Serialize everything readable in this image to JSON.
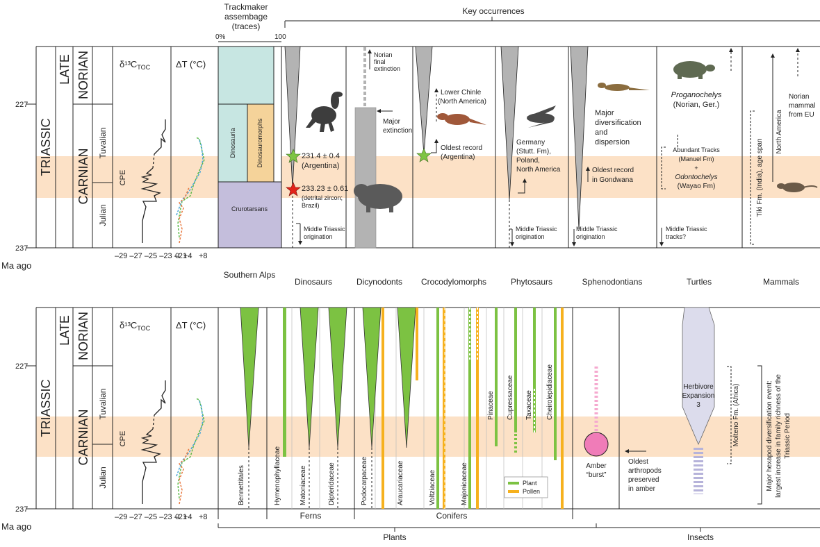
{
  "axis": {
    "ticks": [
      "227",
      "237"
    ],
    "unit": "Ma ago"
  },
  "strat": {
    "system": "TRIASSIC",
    "series": "LATE",
    "stages": [
      "NORIAN",
      "CARNIAN"
    ],
    "substages": [
      "Tuvalian",
      "Julian"
    ],
    "cpe": "CPE"
  },
  "proxies": {
    "d13c_label": "δ¹³C",
    "d13c_sub": "TOC",
    "d13c_ticks": "–29 –27 –25 –23 –21",
    "dt_label": "ΔT (°C)",
    "dt_ticks": [
      "0",
      "+4",
      "+8"
    ]
  },
  "top": {
    "trackmaker_title": [
      "Trackmaker",
      "assembage",
      "(traces)"
    ],
    "pct": [
      "0%",
      "100"
    ],
    "key_occurrences": "Key occurrences",
    "trackmaker_groups": [
      "Dinosauria",
      "Dinosauromorphs",
      "Crurotarsans"
    ],
    "southern_alps": "Southern Alps",
    "columns": [
      "Dinosaurs",
      "Dicynodonts",
      "Crocodylomorphs",
      "Phytosaurs",
      "Sphenodontians",
      "Turtles",
      "Mammals"
    ],
    "dino": {
      "rec1_a": "231.4 ± 0.4",
      "rec1_b": "(Argentina)",
      "rec2_a": "233.23 ± 0.61",
      "rec2_b": "(detrital zircon;",
      "rec2_c": "Brazil)",
      "orig_a": "Middle Triassic",
      "orig_b": "origination"
    },
    "dicy": {
      "ext_a": "Norian",
      "ext_b": "final",
      "ext_c": "extinction",
      "maj_a": "Major",
      "maj_b": "extinction"
    },
    "croc": {
      "chinle_a": "Lower Chinle",
      "chinle_b": "(North America)",
      "old_a": "Oldest record",
      "old_b": "(Argentina)"
    },
    "phyto": {
      "l1": "Germany",
      "l2": "(Stutt. Fm),",
      "l3": "Poland,",
      "l4": "North America",
      "orig_a": "Middle Triassic",
      "orig_b": "origination"
    },
    "spheno": {
      "l1": "Major",
      "l2": "diversification",
      "l3": "and",
      "l4": "dispersion",
      "old_a": "Oldest record",
      "old_b": "in Gondwana",
      "orig_a": "Middle Triassic",
      "orig_b": "origination"
    },
    "turtles": {
      "p1": "Proganochelys",
      "p2": "(Norian, Ger.)",
      "a1": "Abundant Tracks",
      "a2": "(Manuel Fm)",
      "a3": "+",
      "a4": "Odontochelys",
      "a5": "(Wayao Fm)",
      "m1": "Middle Triassic",
      "m2": "tracks?"
    },
    "mammals": {
      "tiki": "Tiki Fm. (India), age span",
      "na": "North America",
      "n1": "Norian",
      "n2": "mammal",
      "n3": "from EU"
    }
  },
  "bottom": {
    "plant_families": [
      "Bennettitales",
      "Hymenophyllaceae",
      "Matoniaceae",
      "Dipteridaceae",
      "Podocarpaceae",
      "Araucariaceae",
      "Voltziaceae",
      "Majonicaceae",
      "Pinaceae",
      "Cupressaceae",
      "Taxaceae",
      "Cheirolepidiaceae"
    ],
    "ferns": "Ferns",
    "conifers": "Conifers",
    "plants": "Plants",
    "insects": "Insects",
    "legend": [
      "Plant",
      "Pollen"
    ],
    "amber": [
      "Amber",
      "“burst”"
    ],
    "oldest": [
      "Oldest",
      "arthropods",
      "preserved",
      "in amber"
    ],
    "herbivore": [
      "Herbivore",
      "Expansion",
      "3"
    ],
    "molteno": "Molteno Fm. (Africa)",
    "hexapod": [
      "Major hexapod diversification event:",
      "largest increase in family richness of the",
      "Triassic Period"
    ]
  },
  "colors": {
    "cpe_band": "#fbdcbc",
    "green": "#7cc242",
    "yellow": "#f6b11e",
    "grey_wedge": "#b3b3b3",
    "dinosauria": "#c7e6e2",
    "dinosauromorphs": "#f5d39a",
    "crurotarsans": "#c4bedc",
    "herbivore": "#dcdcec",
    "amber": "#f07cb8",
    "amber_bar": "#f5a9cf",
    "insect_bar": "#b6b3da",
    "dt_green": "#5cba4a",
    "dt_blue": "#4aa6d8",
    "dt_orange": "#e87b43",
    "dino_star": "#7ec443",
    "red_star": "#e2231a"
  }
}
